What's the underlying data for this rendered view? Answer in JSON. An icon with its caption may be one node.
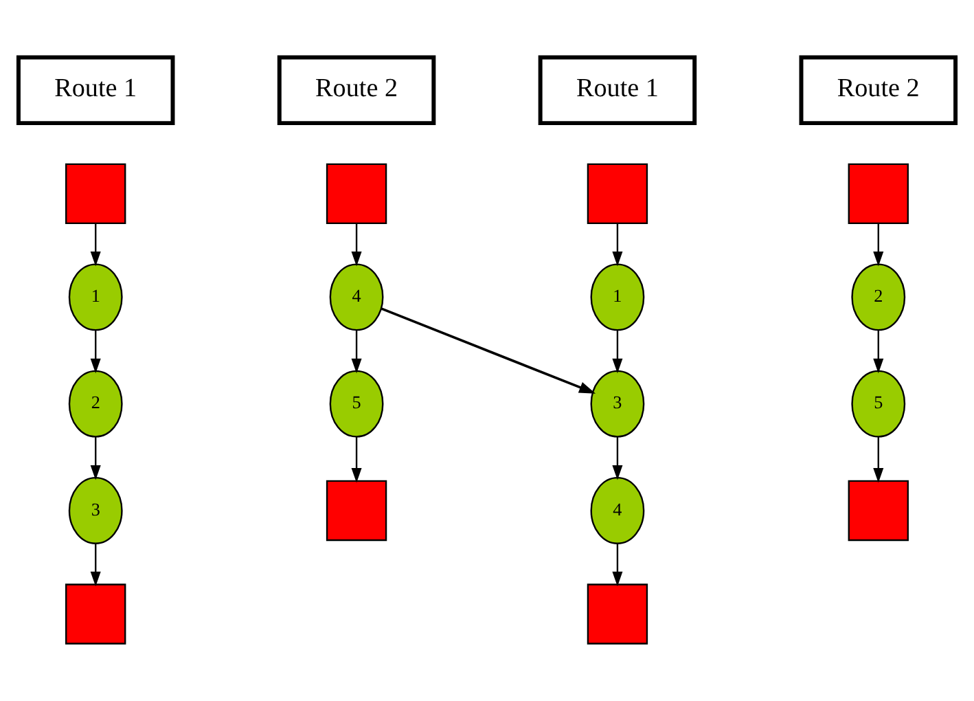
{
  "diagram": {
    "nodes": [
      {
        "text": [
          "Route 1"
        ]
      },
      {
        "text": [
          "Route 2"
        ]
      },
      {
        "text": [
          "Route 1"
        ]
      },
      {
        "text": [
          "Route 2"
        ]
      },
      {
        "text": [],
        "shape": "box"
      },
      {
        "text": [
          "1"
        ]
      },
      {
        "text": [
          "2"
        ]
      },
      {
        "text": [
          "3"
        ]
      },
      {
        "text": [],
        "shape": "box"
      },
      {
        "text": [],
        "shape": "box"
      },
      {
        "text": [
          "4"
        ]
      },
      {
        "text": [
          "5"
        ]
      },
      {
        "text": [],
        "shape": "box"
      },
      {
        "text": [],
        "shape": "box"
      },
      {
        "text": [
          "1"
        ]
      },
      {
        "text": [
          "3"
        ]
      },
      {
        "text": [
          "4"
        ]
      },
      {
        "text": [],
        "shape": "box"
      },
      {
        "text": [],
        "shape": "box"
      },
      {
        "text": [
          "2"
        ]
      },
      {
        "text": [
          "5"
        ]
      },
      {
        "text": [],
        "shape": "box"
      }
    ],
    "edges": [
      {
        "from": 4,
        "to": 5,
        "arrow": "to"
      },
      {
        "from": 5,
        "to": 6,
        "arrow": "to"
      },
      {
        "from": 6,
        "to": 7,
        "arrow": "to"
      },
      {
        "from": 7,
        "to": 8,
        "arrow": "to"
      },
      {
        "from": 9,
        "to": 10,
        "arrow": "to"
      },
      {
        "from": 10,
        "to": 11,
        "arrow": "to"
      },
      {
        "from": 11,
        "to": 12,
        "arrow": "to"
      },
      {
        "from": 10,
        "to": 15,
        "arrow": "to"
      },
      {
        "from": 13,
        "to": 14,
        "arrow": "to"
      },
      {
        "from": 14,
        "to": 15,
        "arrow": "to"
      },
      {
        "from": 15,
        "to": 16,
        "arrow": "to"
      },
      {
        "from": 16,
        "to": 17,
        "arrow": "to"
      },
      {
        "from": 18,
        "to": 19,
        "arrow": "to"
      },
      {
        "from": 19,
        "to": 20,
        "arrow": "to"
      },
      {
        "from": 20,
        "to": 21,
        "arrow": "to"
      }
    ]
  }
}
